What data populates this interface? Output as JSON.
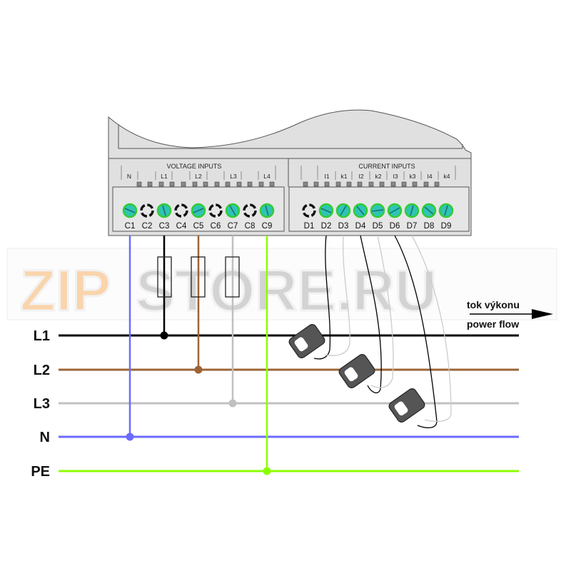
{
  "device": {
    "voltage_section_title": "VOLTAGE INPUTS",
    "current_section_title": "CURRENT INPUTS",
    "voltage_header_labels": [
      "N",
      "L1",
      "L2",
      "L3",
      "L4"
    ],
    "current_header_labels": [
      "I1",
      "k1",
      "I2",
      "k2",
      "I3",
      "k3",
      "I4",
      "k4"
    ],
    "voltage_terminals": [
      {
        "label": "C1",
        "type": "screw"
      },
      {
        "label": "C2",
        "type": "empty"
      },
      {
        "label": "C3",
        "type": "screw"
      },
      {
        "label": "C4",
        "type": "empty"
      },
      {
        "label": "C5",
        "type": "screw"
      },
      {
        "label": "C6",
        "type": "empty"
      },
      {
        "label": "C7",
        "type": "screw"
      },
      {
        "label": "C8",
        "type": "empty"
      },
      {
        "label": "C9",
        "type": "screw"
      }
    ],
    "current_terminals": [
      {
        "label": "D1",
        "type": "empty"
      },
      {
        "label": "D2",
        "type": "screw"
      },
      {
        "label": "D3",
        "type": "screw"
      },
      {
        "label": "D4",
        "type": "screw"
      },
      {
        "label": "D5",
        "type": "screw"
      },
      {
        "label": "D6",
        "type": "screw"
      },
      {
        "label": "D7",
        "type": "screw"
      },
      {
        "label": "D8",
        "type": "screw"
      },
      {
        "label": "D9",
        "type": "screw"
      }
    ]
  },
  "buses": [
    {
      "label": "L1",
      "color": "#000000"
    },
    {
      "label": "L2",
      "color": "#9c6434"
    },
    {
      "label": "L3",
      "color": "#c0c0c0"
    },
    {
      "label": "N",
      "color": "#6b6bff"
    },
    {
      "label": "PE",
      "color": "#8cff00"
    }
  ],
  "power_flow": {
    "label_cz": "tok výkonu",
    "label_en": "power flow"
  },
  "colors": {
    "terminal_screw": "#2ec4b6",
    "terminal_ring": "#33cc33",
    "device_body": "#e0e0e0",
    "clamp": "#555555"
  },
  "watermark": {
    "text_a": "ZIP",
    "text_b": "STORE.RU"
  }
}
